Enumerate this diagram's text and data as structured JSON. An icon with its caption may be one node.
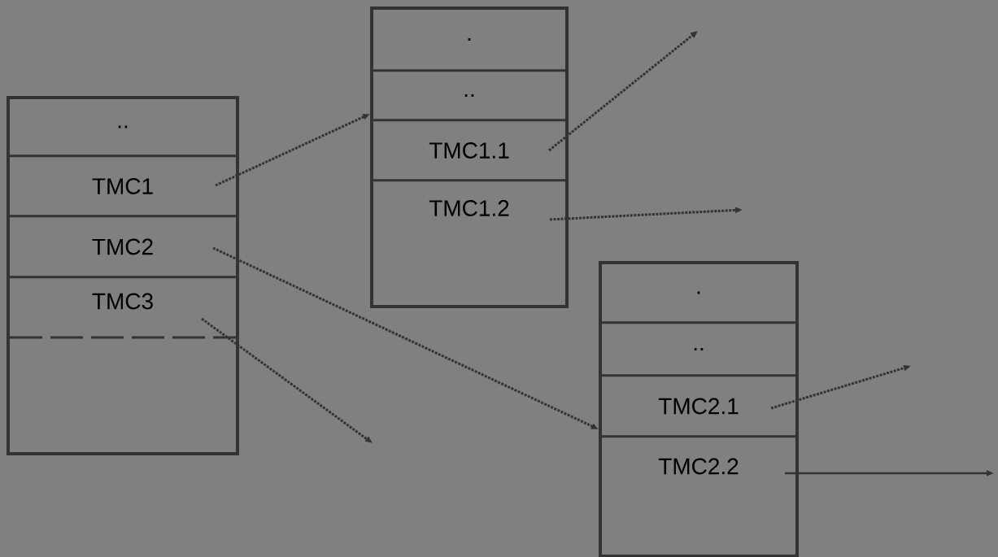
{
  "diagram": {
    "nodes": [
      {
        "text": [],
        "shape": "box"
      },
      {
        "text": [
          ".."
        ],
        "in": 0
      },
      {
        "text": [
          "TMC1"
        ],
        "in": 0
      },
      {
        "text": [
          "TMC2"
        ],
        "in": 0
      },
      {
        "text": [
          "TMC3"
        ],
        "in": 0
      },
      {
        "text": [],
        "shape": "box"
      },
      {
        "text": [
          "."
        ],
        "in": 5
      },
      {
        "text": [
          ".."
        ],
        "in": 5
      },
      {
        "text": [
          "TMC1.1"
        ],
        "in": 5
      },
      {
        "text": [
          "TMC1.2"
        ],
        "in": 5
      },
      {
        "text": [],
        "shape": "box"
      },
      {
        "text": [
          "."
        ],
        "in": 10
      },
      {
        "text": [
          ".."
        ],
        "in": 10
      },
      {
        "text": [
          "TMC2.1"
        ],
        "in": 10
      },
      {
        "text": [
          "TMC2.2"
        ],
        "in": 10
      }
    ],
    "edges": [
      {
        "from": 2,
        "to": 5,
        "arrow": "to",
        "style": "dashed"
      },
      {
        "from": 3,
        "to": 10,
        "arrow": "to",
        "style": "dashed"
      },
      {
        "from": 4,
        "to": null,
        "arrow": "to",
        "style": "dashed"
      },
      {
        "from": 8,
        "to": null,
        "arrow": "to",
        "style": "dashed"
      },
      {
        "from": 9,
        "to": null,
        "arrow": "to",
        "style": "dashed"
      },
      {
        "from": 13,
        "to": null,
        "arrow": "to",
        "style": "dashed"
      },
      {
        "from": 14,
        "to": null,
        "arrow": "to"
      }
    ]
  }
}
